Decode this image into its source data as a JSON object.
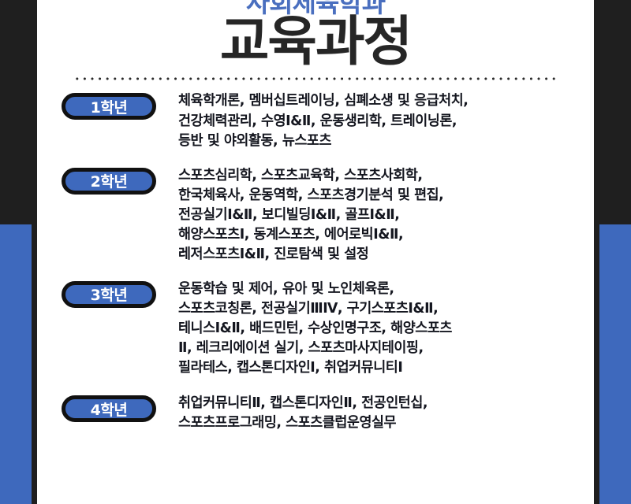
{
  "header": {
    "department": "사회체육학과",
    "title": "교육과정"
  },
  "colors": {
    "accent_blue": "#3e69bd",
    "dept_blue": "#4a6fbf",
    "frame_dark": "#1f1f1f",
    "card_white": "#ffffff",
    "text_dark": "#14161f",
    "badge_border": "#111111"
  },
  "years": [
    {
      "badge": "1학년",
      "courses": "체육학개론, 멤버십트레이닝, 심폐소생 및 응급처치,\n건강체력관리, 수영Ⅰ&Ⅱ, 운동생리학, 트레이닝론,\n등반 및 야외활동, 뉴스포츠"
    },
    {
      "badge": "2학년",
      "courses": "스포츠심리학, 스포츠교육학, 스포츠사회학,\n한국체육사, 운동역학, 스포츠경기분석 및 편집,\n전공실기Ⅰ&Ⅱ, 보디빌딩Ⅰ&Ⅱ, 골프Ⅰ&Ⅱ,\n해양스포츠Ⅰ, 동계스포츠, 에어로빅Ⅰ&Ⅱ,\n레저스포츠Ⅰ&Ⅱ, 진로탐색 및 설정"
    },
    {
      "badge": "3학년",
      "courses": "운동학습 및 제어, 유아 및 노인체육론,\n스포츠코칭론, 전공실기ⅢⅣ, 구기스포츠Ⅰ&Ⅱ,\n테니스Ⅰ&Ⅱ, 배드민턴, 수상인명구조, 해양스포츠\nⅡ, 레크리에이션 실기, 스포츠마사지테이핑,\n필라테스, 캡스톤디자인Ⅰ, 취업커뮤니티Ⅰ"
    },
    {
      "badge": "4학년",
      "courses": "취업커뮤니티Ⅱ, 캡스톤디자인Ⅱ, 전공인턴십,\n스포츠프로그래밍, 스포츠클럽운영실무"
    }
  ]
}
